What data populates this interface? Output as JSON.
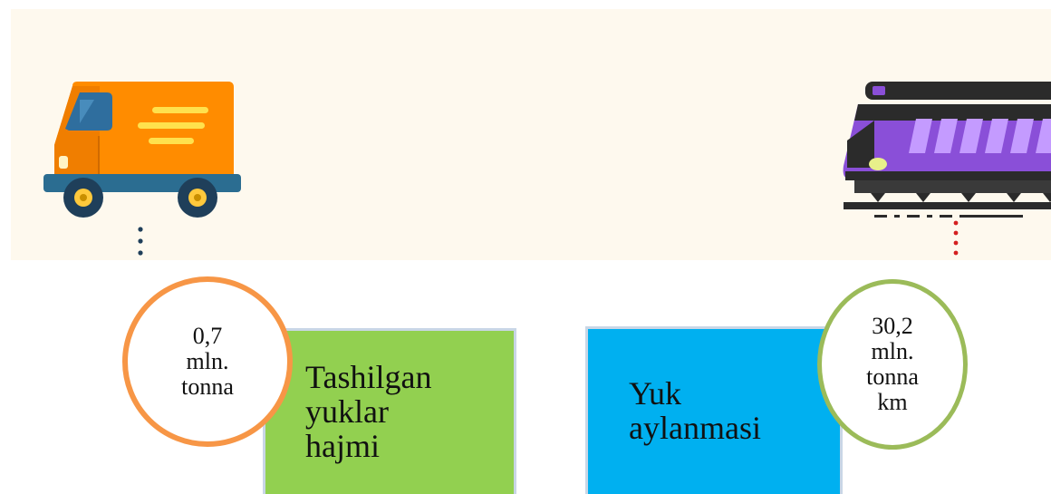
{
  "metrics": {
    "volume": {
      "label_lines": [
        "Tashilgan",
        "yuklar",
        "hajmi"
      ],
      "value_lines": [
        "0,7",
        "mln.",
        "tonna"
      ]
    },
    "turnover": {
      "label_lines": [
        "Yuk",
        "aylanmasi"
      ],
      "value_lines": [
        "30,2",
        "mln.",
        "tonna",
        "km"
      ]
    }
  },
  "icons": {
    "truck": "truck-icon",
    "train": "train-icon"
  },
  "colors": {
    "banner_bg": "#fef9ee",
    "volume_box": "#92d050",
    "turnover_box": "#00b0f0",
    "volume_circle_border": "#f79646",
    "turnover_circle_border": "#9bbb59",
    "truck_body": "#ff8c00",
    "train_body": "#8a4fd8"
  }
}
